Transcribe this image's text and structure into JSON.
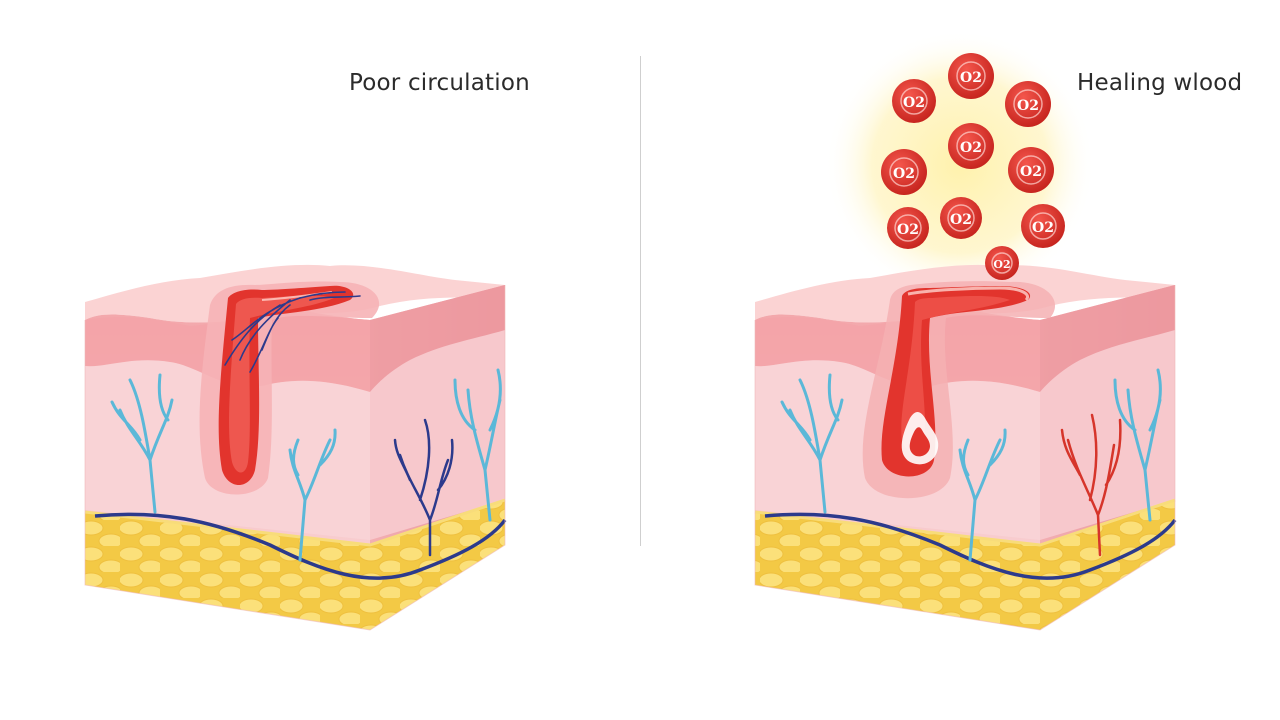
{
  "diagram": {
    "left_panel": {
      "title": "Poor circulation"
    },
    "right_panel": {
      "title": "Healing wlood",
      "oxygen_cells": [
        {
          "label": "O2"
        },
        {
          "label": "O2"
        },
        {
          "label": "O2"
        },
        {
          "label": "O2"
        },
        {
          "label": "O2"
        },
        {
          "label": "O2"
        },
        {
          "label": "O2"
        },
        {
          "label": "O2"
        },
        {
          "label": "O2"
        },
        {
          "label": "O2"
        }
      ]
    },
    "colors": {
      "epidermis": "#f6bcbc",
      "dermis": "#f9d3d6",
      "fat": "#f6d358",
      "wound_red": "#e2342d",
      "capillary_blue": "#5bb8d8",
      "vein_navy": "#2c3a8c",
      "artery_red": "#d6352b",
      "oxygen_glow": "#fff1a8"
    }
  }
}
